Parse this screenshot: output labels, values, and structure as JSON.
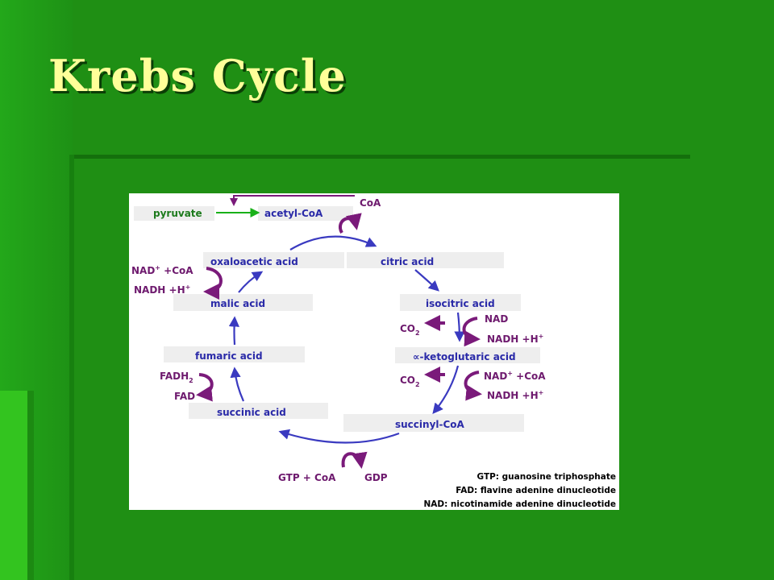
{
  "slide": {
    "title": "Krebs Cycle"
  },
  "colors": {
    "background": "#1f8f14",
    "title": "#ffff99",
    "cycle": "#3a3ac0",
    "cofactor": "#7a1a7a",
    "pyruvate": "#1c7a1c"
  },
  "diagram": {
    "input": "pyruvate",
    "entry": "acetyl-CoA",
    "released": "CoA",
    "compounds": {
      "citric": "citric acid",
      "isocitric": "isocitric acid",
      "ketoglutaric": "∝-ketoglutaric acid",
      "succinyl": "succinyl-CoA",
      "succinic": "succinic acid",
      "fumaric": "fumaric acid",
      "malic": "malic acid",
      "oxaloacetic": "oxaloacetic acid"
    },
    "cofactors": {
      "co2": "CO",
      "co2_sub": "2",
      "nad_main": "NAD",
      "nad_sup": "+",
      "nad_coa_rest": " +CoA",
      "nadh_main": "NADH +H",
      "nadh_sup": "+",
      "fadh_main": "FADH",
      "fadh_sub": "2",
      "fad": "FAD",
      "gtp_coa": "GTP + CoA",
      "gdp": "GDP"
    },
    "legend": [
      "GTP: guanosine triphosphate",
      "FAD: flavine adenine dinucleotide",
      "NAD: nicotinamide adenine dinucleotide"
    ]
  }
}
